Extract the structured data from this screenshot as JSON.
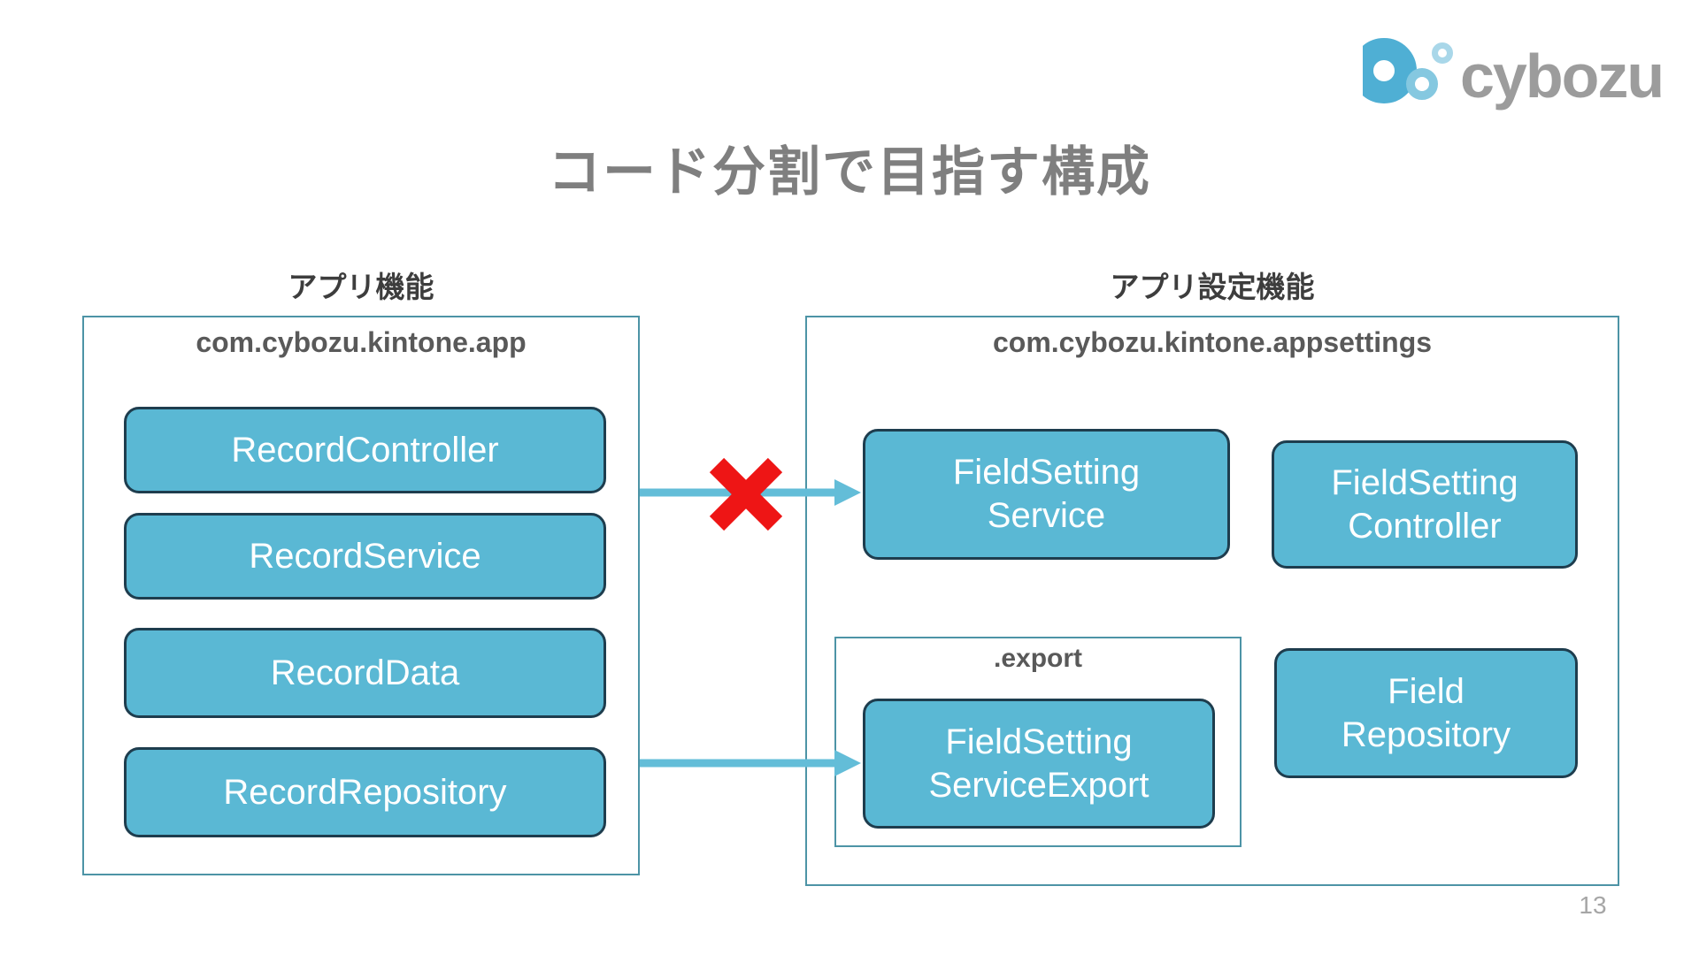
{
  "colors": {
    "node_fill": "#5ab8d4",
    "node_border": "#1e3d4e",
    "panel_border": "#4d94a6",
    "arrow": "#63bdd8",
    "forbidden_red": "#ee1515",
    "title_gray": "#7f7f7f",
    "logo_blue_large": "#4fafd4",
    "logo_blue_medium": "#85c8e0",
    "logo_blue_small": "#a9d7e9",
    "logo_text_gray": "#9c9c9c"
  },
  "header": {
    "logo_text": "cybozu",
    "title": "コード分割で目指す構成"
  },
  "left_section": {
    "label": "アプリ機能",
    "package": "com.cybozu.kintone.app",
    "nodes": [
      {
        "label": "RecordController"
      },
      {
        "label": "RecordService"
      },
      {
        "label": "RecordData"
      },
      {
        "label": "RecordRepository"
      }
    ]
  },
  "right_section": {
    "label": "アプリ設定機能",
    "package": "com.cybozu.kintone.appsettings",
    "service_node": "FieldSetting\nService",
    "controller_node": "FieldSetting\nController",
    "export_group": {
      "label": ".export",
      "node": "FieldSetting\nServiceExport"
    },
    "repository_node": "Field\nRepository"
  },
  "footer": {
    "page_number": "13"
  }
}
